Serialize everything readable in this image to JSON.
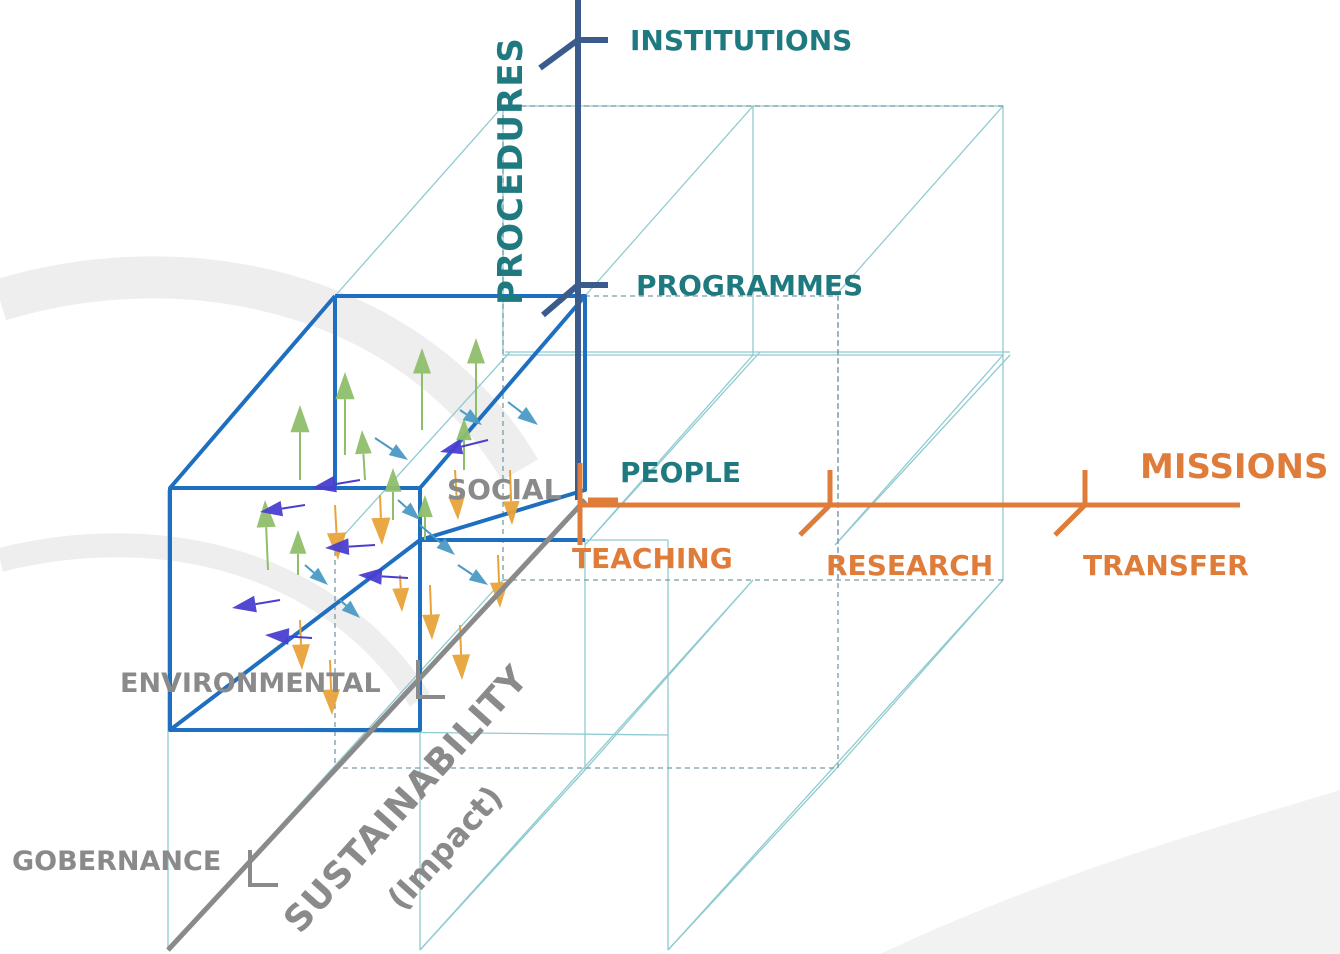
{
  "axes": {
    "procedures": {
      "title": "PROCEDURES",
      "ticks": [
        "INSTITUTIONS",
        "PROGRAMMES",
        "PEOPLE"
      ]
    },
    "missions": {
      "title": "MISSIONS",
      "ticks": [
        "TEACHING",
        "RESEARCH",
        "TRANSFER"
      ]
    },
    "sustainability": {
      "title": "SUSTAINABILITY",
      "subtitle": "(Impact)",
      "ticks": [
        "SOCIAL",
        "ENVIRONMENTAL",
        "GOBERNANCE"
      ]
    }
  },
  "colors": {
    "procedures_axis": "#3b5b8c",
    "procedures_labels": "#1f7a80",
    "missions": "#e07c3a",
    "sustainability": "#8a8a8a",
    "cube_highlight": "#1f6fc0",
    "grid": "#8ecbd0",
    "arrow_green": "#8fbe6a",
    "arrow_blue": "#4a9ac4",
    "arrow_purple": "#4a3ed0",
    "arrow_orange": "#e8a33a"
  }
}
